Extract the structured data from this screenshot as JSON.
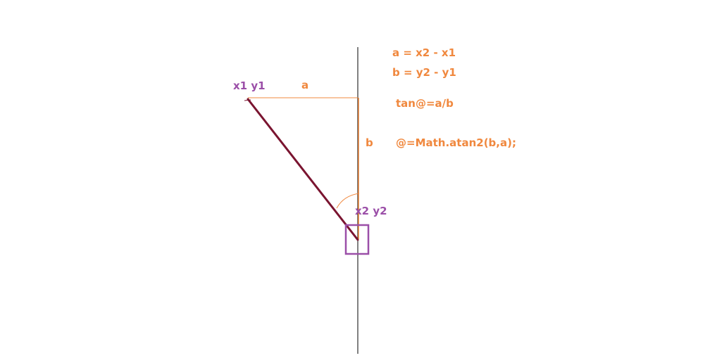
{
  "labels": {
    "point1": "x1 y1",
    "point2": "x2 y2",
    "side_a": "a",
    "side_b": "b"
  },
  "formulas": {
    "a_def": "a = x2 - x1",
    "b_def": "b = y2 - y1",
    "tan_rel": "tan@=a/b",
    "atan_call": "@=Math.atan2(b,a);"
  },
  "colors": {
    "point_label": "#9b4fa8",
    "formula": "#f0883e",
    "guide_line": "#f0883e",
    "hypotenuse": "#7a1430",
    "axis": "#000000",
    "marker": "#9b4fa8"
  }
}
